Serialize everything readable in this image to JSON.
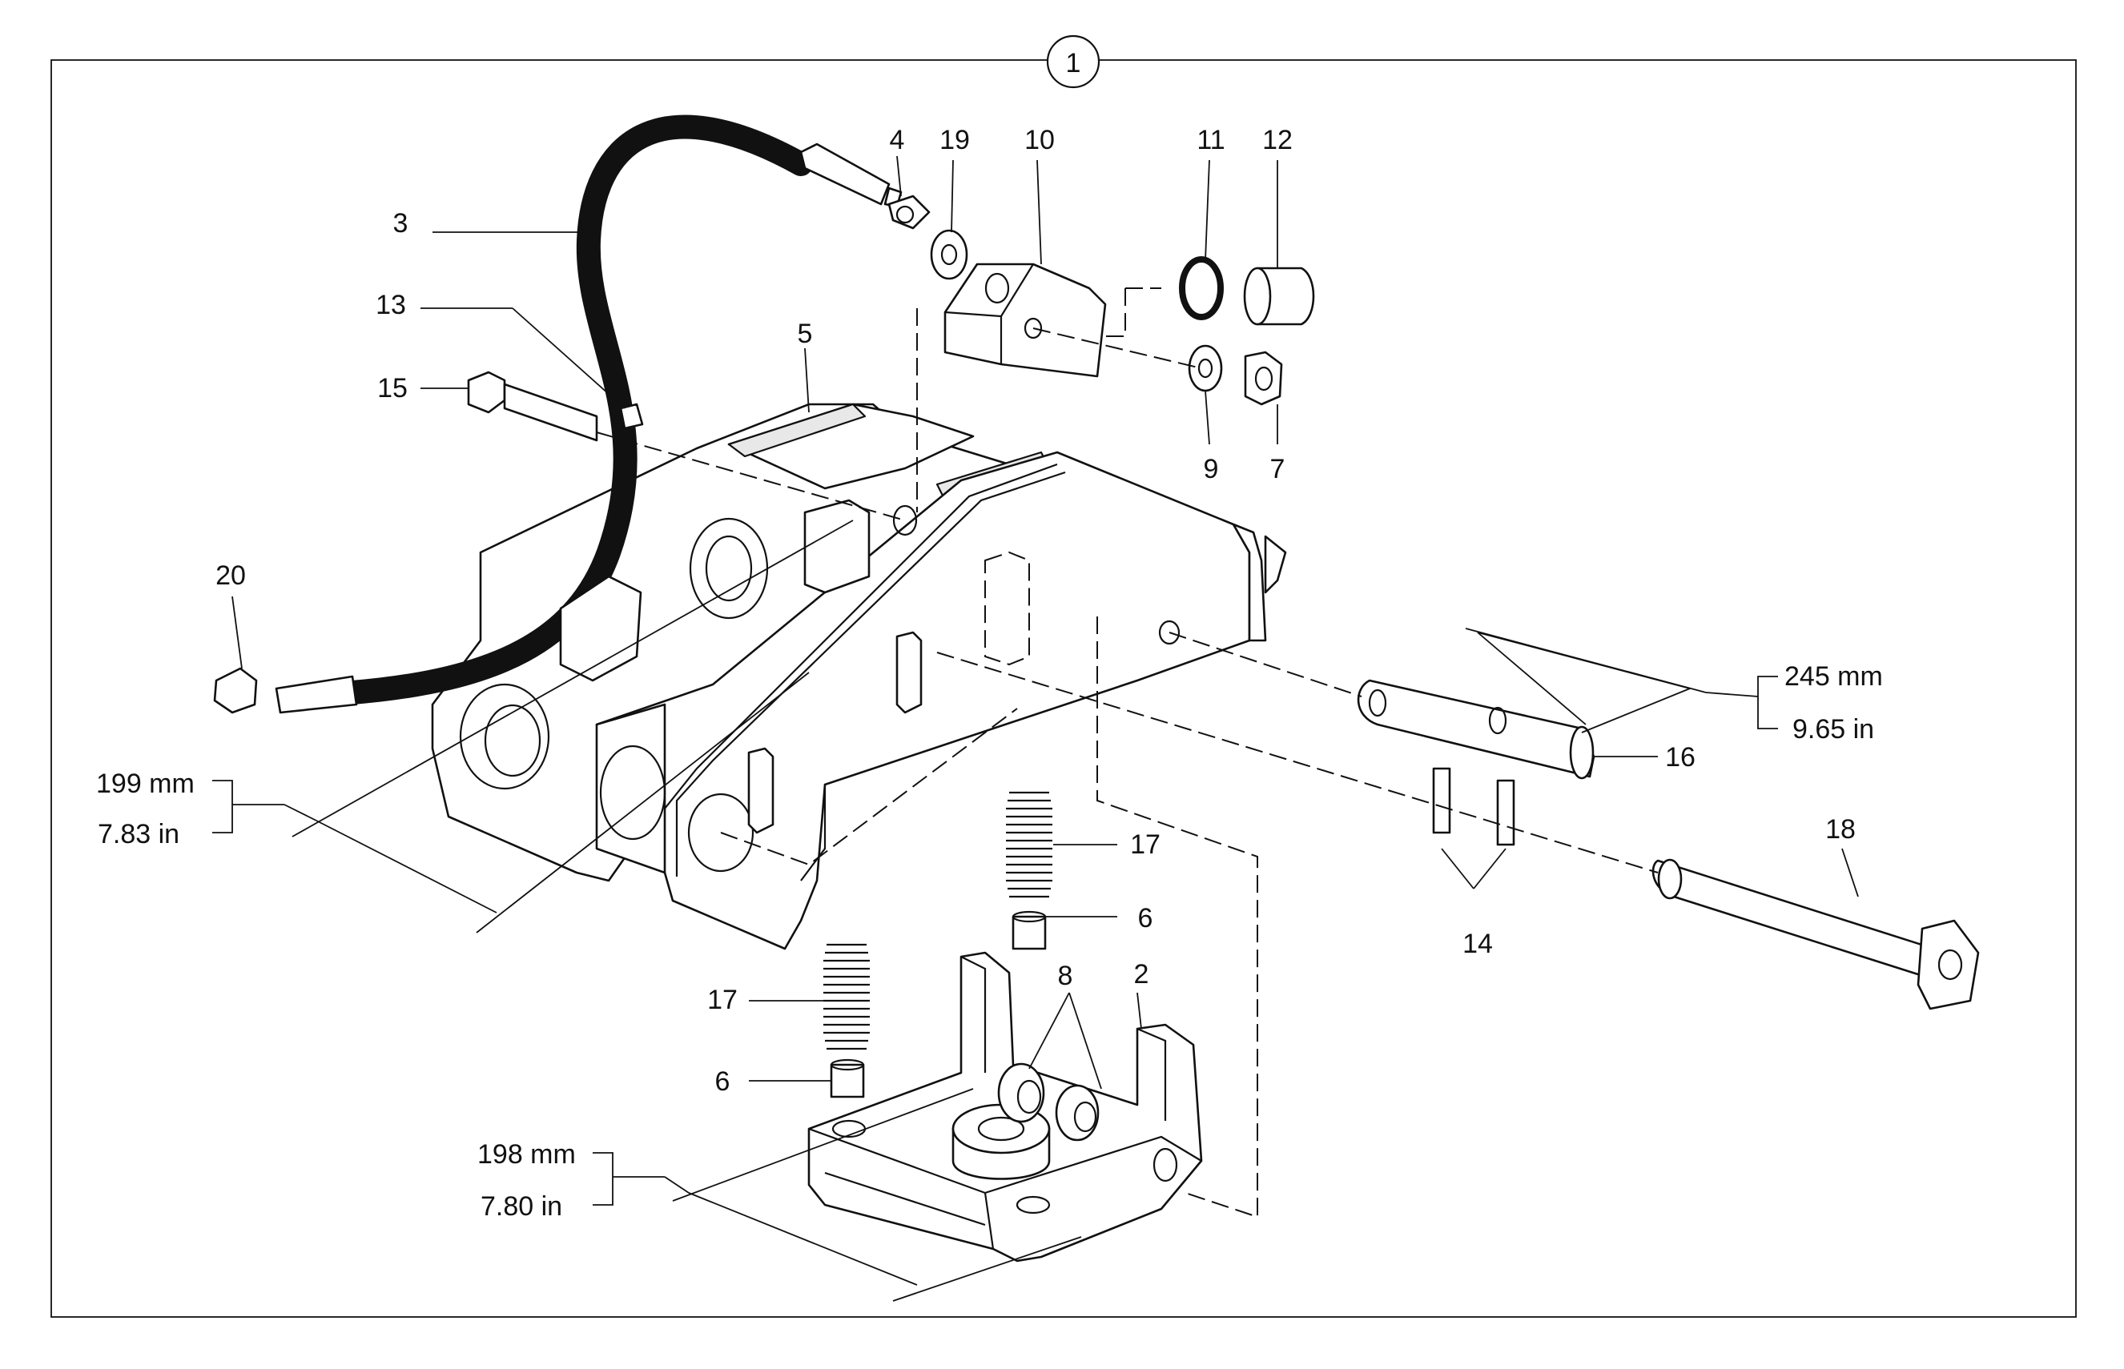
{
  "figure": {
    "callout": "1",
    "part_labels": {
      "p2": "2",
      "p3": "3",
      "p4": "4",
      "p5": "5",
      "p6a": "6",
      "p6b": "6",
      "p7": "7",
      "p8": "8",
      "p9": "9",
      "p10": "10",
      "p11": "11",
      "p12": "12",
      "p13": "13",
      "p14": "14",
      "p15": "15",
      "p16": "16",
      "p17a": "17",
      "p17b": "17",
      "p18": "18",
      "p19": "19",
      "p20": "20"
    },
    "dimensions": {
      "pin_length_mm": "245 mm",
      "pin_length_in": "9.65 in",
      "body_width_mm": "199 mm",
      "body_width_in": "7.83 in",
      "base_width_mm": "198 mm",
      "base_width_in": "7.80 in"
    }
  }
}
